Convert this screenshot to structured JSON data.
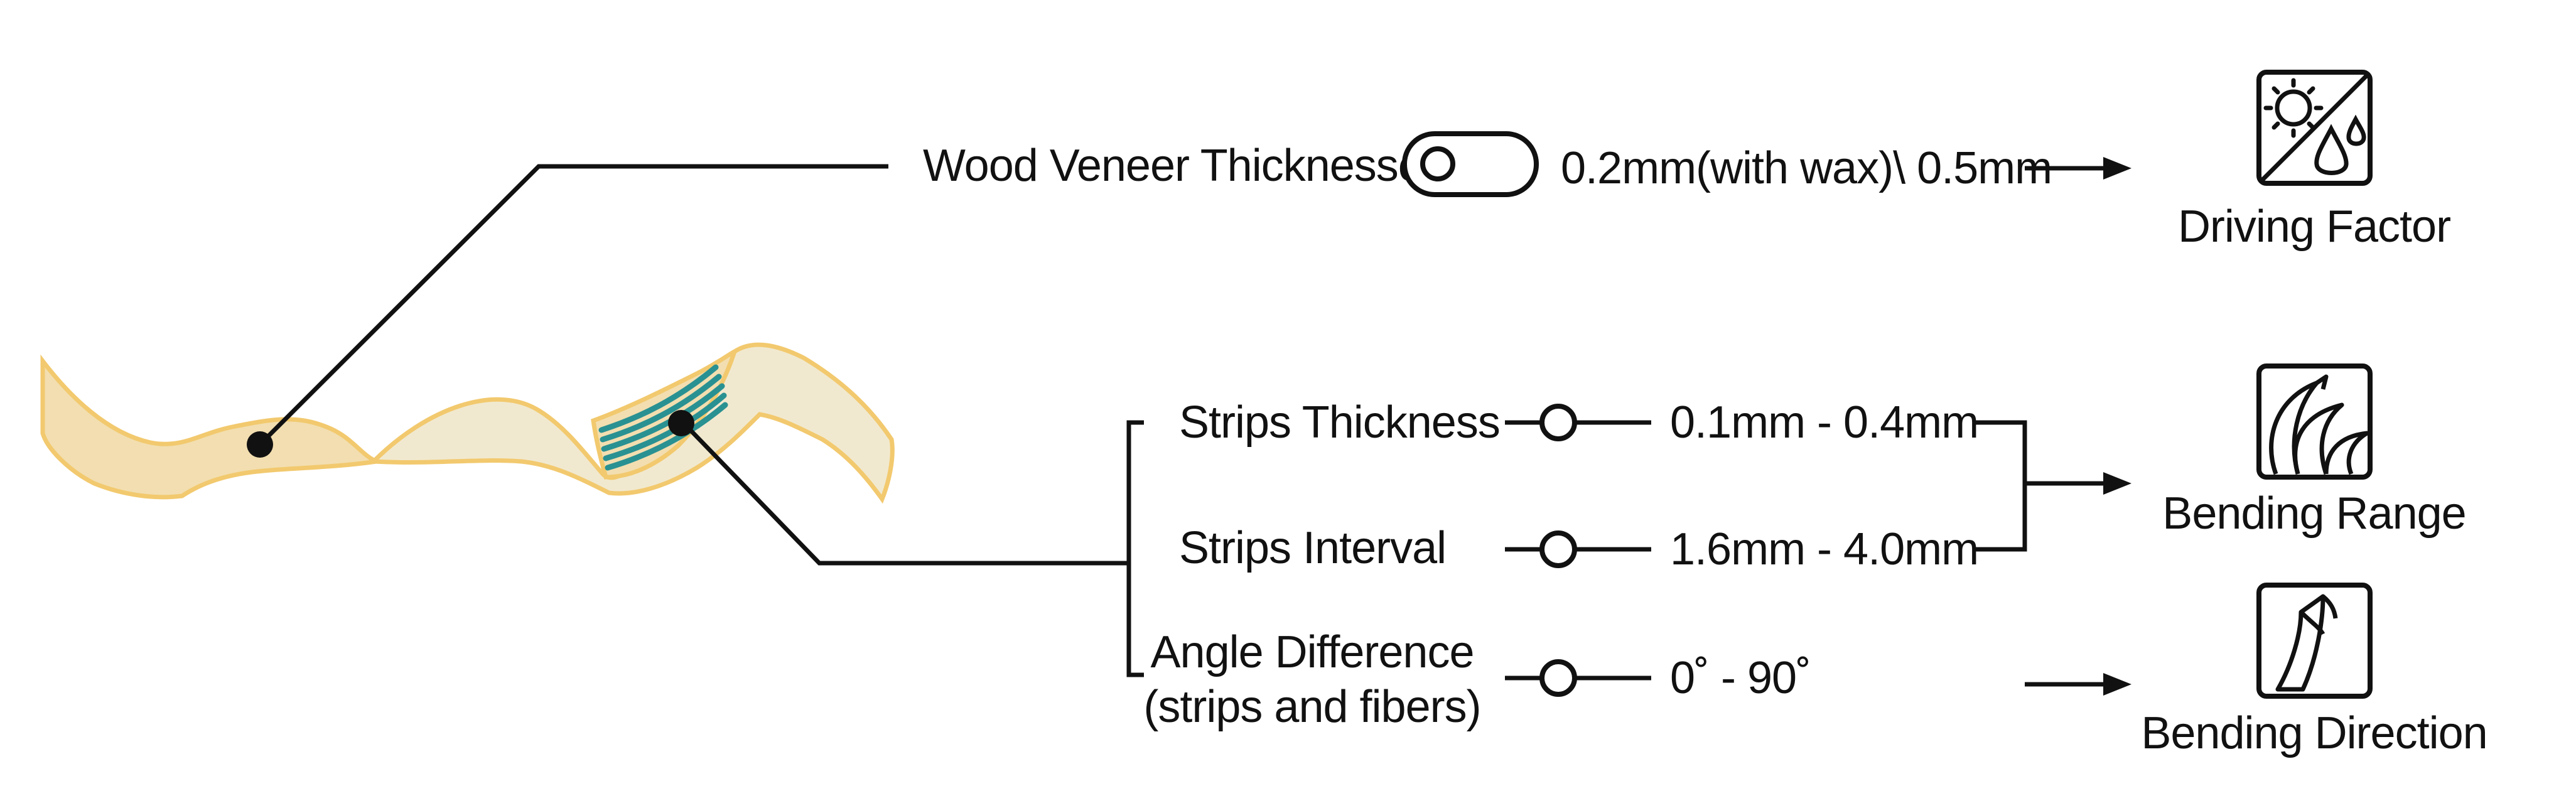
{
  "parameters": {
    "veneer": {
      "label": "Wood Veneer Thicknesses",
      "value": "0.2mm(with wax)\\ 0.5mm",
      "control": "toggle-switch"
    },
    "strips_thickness": {
      "label": "Strips Thickness",
      "value": "0.1mm - 0.4mm",
      "control": "slider"
    },
    "strips_interval": {
      "label": "Strips Interval",
      "value": "1.6mm - 4.0mm",
      "control": "slider"
    },
    "angle_difference": {
      "label_line1": "Angle Difference",
      "label_line2": "(strips and fibers)",
      "value": "0˚ - 90˚",
      "control": "slider"
    }
  },
  "factors": {
    "driving": {
      "label": "Driving Factor",
      "icon": "sun-rain-icon"
    },
    "bending_range": {
      "label": "Bending Range",
      "icon": "curled-leaves-icon"
    },
    "bending_direction": {
      "label": "Bending Direction",
      "icon": "twisted-strip-icon"
    }
  },
  "colors": {
    "veneer_fill": "#f1e9cf",
    "veneer_outline": "#f2c96e",
    "strips": "#2a9192",
    "line": "#111111"
  }
}
